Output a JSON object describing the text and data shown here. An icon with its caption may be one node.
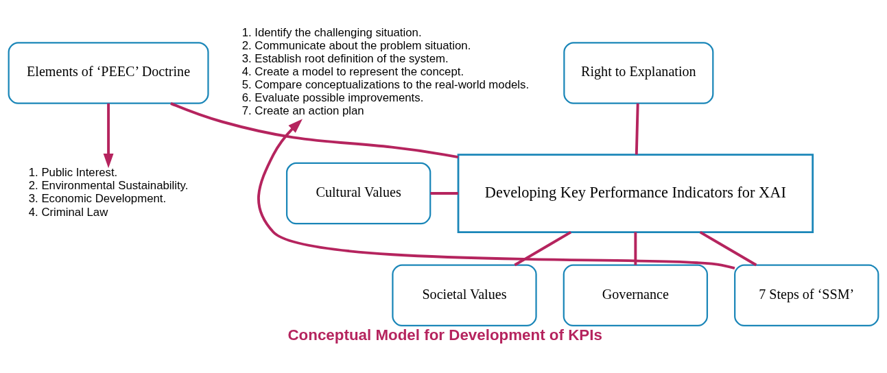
{
  "diagram": {
    "caption": "Conceptual Model for Development of KPIs",
    "nodes": [
      {
        "text": [
          "Elements of ‘PEEC’ Doctrine"
        ]
      },
      {
        "text": [
          "Right to Explanation"
        ]
      },
      {
        "text": [
          "1. Identify the challenging situation.",
          "2. Communicate about the problem situation.",
          "3. Establish root definition of the system.",
          "4. Create a model to represent the concept.",
          "5. Compare conceptualizations to the real-world models.",
          "6. Evaluate possible improvements.",
          "7. Create an action plan"
        ]
      },
      {
        "text": [
          "1. Public Interest.",
          "2. Environmental Sustainability.",
          "3. Economic Development.",
          "4. Criminal Law"
        ]
      },
      {
        "text": [
          "Cultural Values"
        ]
      },
      {
        "text": [
          "Developing Key Performance Indicators for XAI"
        ]
      },
      {
        "text": [
          "Societal Values"
        ]
      },
      {
        "text": [
          "Governance"
        ]
      },
      {
        "text": [
          "7 Steps of ‘SSM’"
        ]
      }
    ],
    "edges": [
      {
        "from": 0,
        "to": 3,
        "arrow": "to"
      },
      {
        "from": 0,
        "to": 5,
        "arrow": "none"
      },
      {
        "from": 1,
        "to": 5,
        "arrow": "none"
      },
      {
        "from": 4,
        "to": 5,
        "arrow": "none"
      },
      {
        "from": 5,
        "to": 6,
        "arrow": "none"
      },
      {
        "from": 5,
        "to": 7,
        "arrow": "none"
      },
      {
        "from": 5,
        "to": 8,
        "arrow": "none"
      },
      {
        "from": 8,
        "to": 2,
        "arrow": "to"
      }
    ]
  }
}
